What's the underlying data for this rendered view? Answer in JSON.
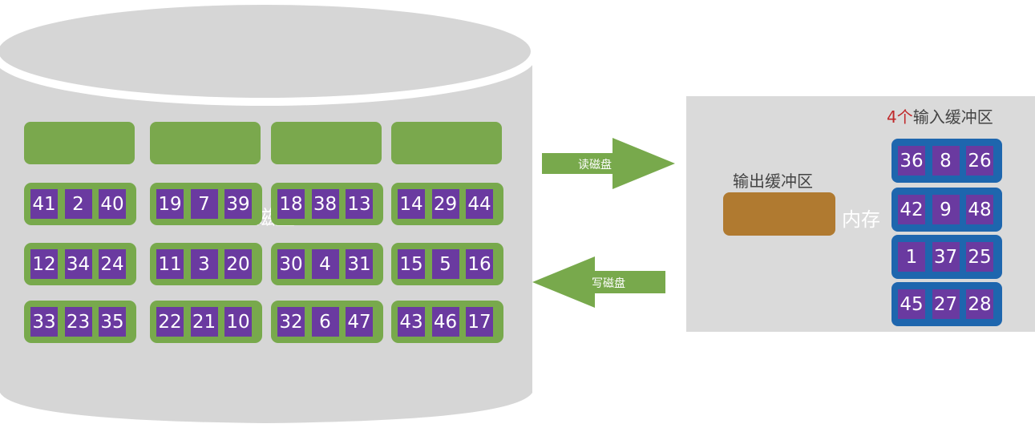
{
  "disk": {
    "label": "磁盘",
    "empty_blocks": 4,
    "runs": [
      [
        41,
        2,
        40
      ],
      [
        19,
        7,
        39
      ],
      [
        18,
        38,
        13
      ],
      [
        14,
        29,
        44
      ],
      [
        12,
        34,
        24
      ],
      [
        11,
        3,
        20
      ],
      [
        30,
        4,
        31
      ],
      [
        15,
        5,
        16
      ],
      [
        33,
        23,
        35
      ],
      [
        22,
        21,
        10
      ],
      [
        32,
        6,
        47
      ],
      [
        43,
        46,
        17
      ]
    ]
  },
  "arrows": {
    "read_label": "读磁盘",
    "write_label": "写磁盘"
  },
  "memory": {
    "label": "内存",
    "input_title_number": "4个",
    "input_title_text": "输入缓冲区",
    "output_label": "输出缓冲区",
    "input_buffers": [
      [
        36,
        8,
        26
      ],
      [
        42,
        9,
        48
      ],
      [
        1,
        37,
        25
      ],
      [
        45,
        27,
        28
      ]
    ]
  },
  "colors": {
    "disk": "#d6d6d6",
    "run_green": "#78a94c",
    "cell_purple": "#6a3aa0",
    "buffer_blue": "#1e66ae",
    "output_brown": "#b07a30",
    "arrow_green": "#78a94c",
    "title_red": "#c0282a",
    "memory_panel": "#dadada"
  }
}
